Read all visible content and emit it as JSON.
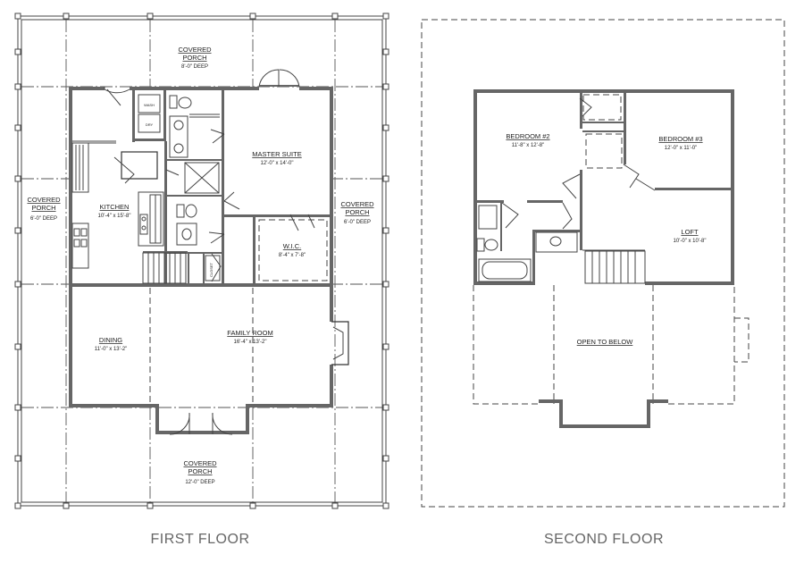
{
  "first_floor": {
    "caption": "FIRST FLOOR",
    "rooms": [
      {
        "id": "porch-top",
        "name": "COVERED\nPORCH",
        "dim": "8'-0\" DEEP"
      },
      {
        "id": "porch-left",
        "name": "COVERED\nPORCH",
        "dim": "6'-0\" DEEP"
      },
      {
        "id": "porch-right",
        "name": "COVERED\nPORCH",
        "dim": "6'-0\" DEEP"
      },
      {
        "id": "porch-bottom",
        "name": "COVERED\nPORCH",
        "dim": "12'-0\" DEEP"
      },
      {
        "id": "kitchen",
        "name": "KITCHEN",
        "dim": "10'-4\" x 15'-8\""
      },
      {
        "id": "master-suite",
        "name": "MASTER SUITE",
        "dim": "12'-0\" x 14'-0\""
      },
      {
        "id": "wic",
        "name": "W.I.C.",
        "dim": "8'-4\" x 7'-8\""
      },
      {
        "id": "dining",
        "name": "DINING",
        "dim": "11'-0\" x 13'-2\""
      },
      {
        "id": "family-room",
        "name": "FAMILY ROOM",
        "dim": "16'-4\" x 13'-2\""
      }
    ],
    "fixtures": {
      "washer": "WASH",
      "dryer": "DRY",
      "closet": "CLOSET"
    }
  },
  "second_floor": {
    "caption": "SECOND FLOOR",
    "rooms": [
      {
        "id": "bedroom-2",
        "name": "BEDROOM #2",
        "dim": "11'-8\" x 12'-8\""
      },
      {
        "id": "bedroom-3",
        "name": "BEDROOM #3",
        "dim": "12'-0\" x 11'-0\""
      },
      {
        "id": "loft",
        "name": "LOFT",
        "dim": "10'-0\" x 10'-8\""
      },
      {
        "id": "open-below",
        "name": "OPEN TO BELOW",
        "dim": ""
      }
    ]
  }
}
